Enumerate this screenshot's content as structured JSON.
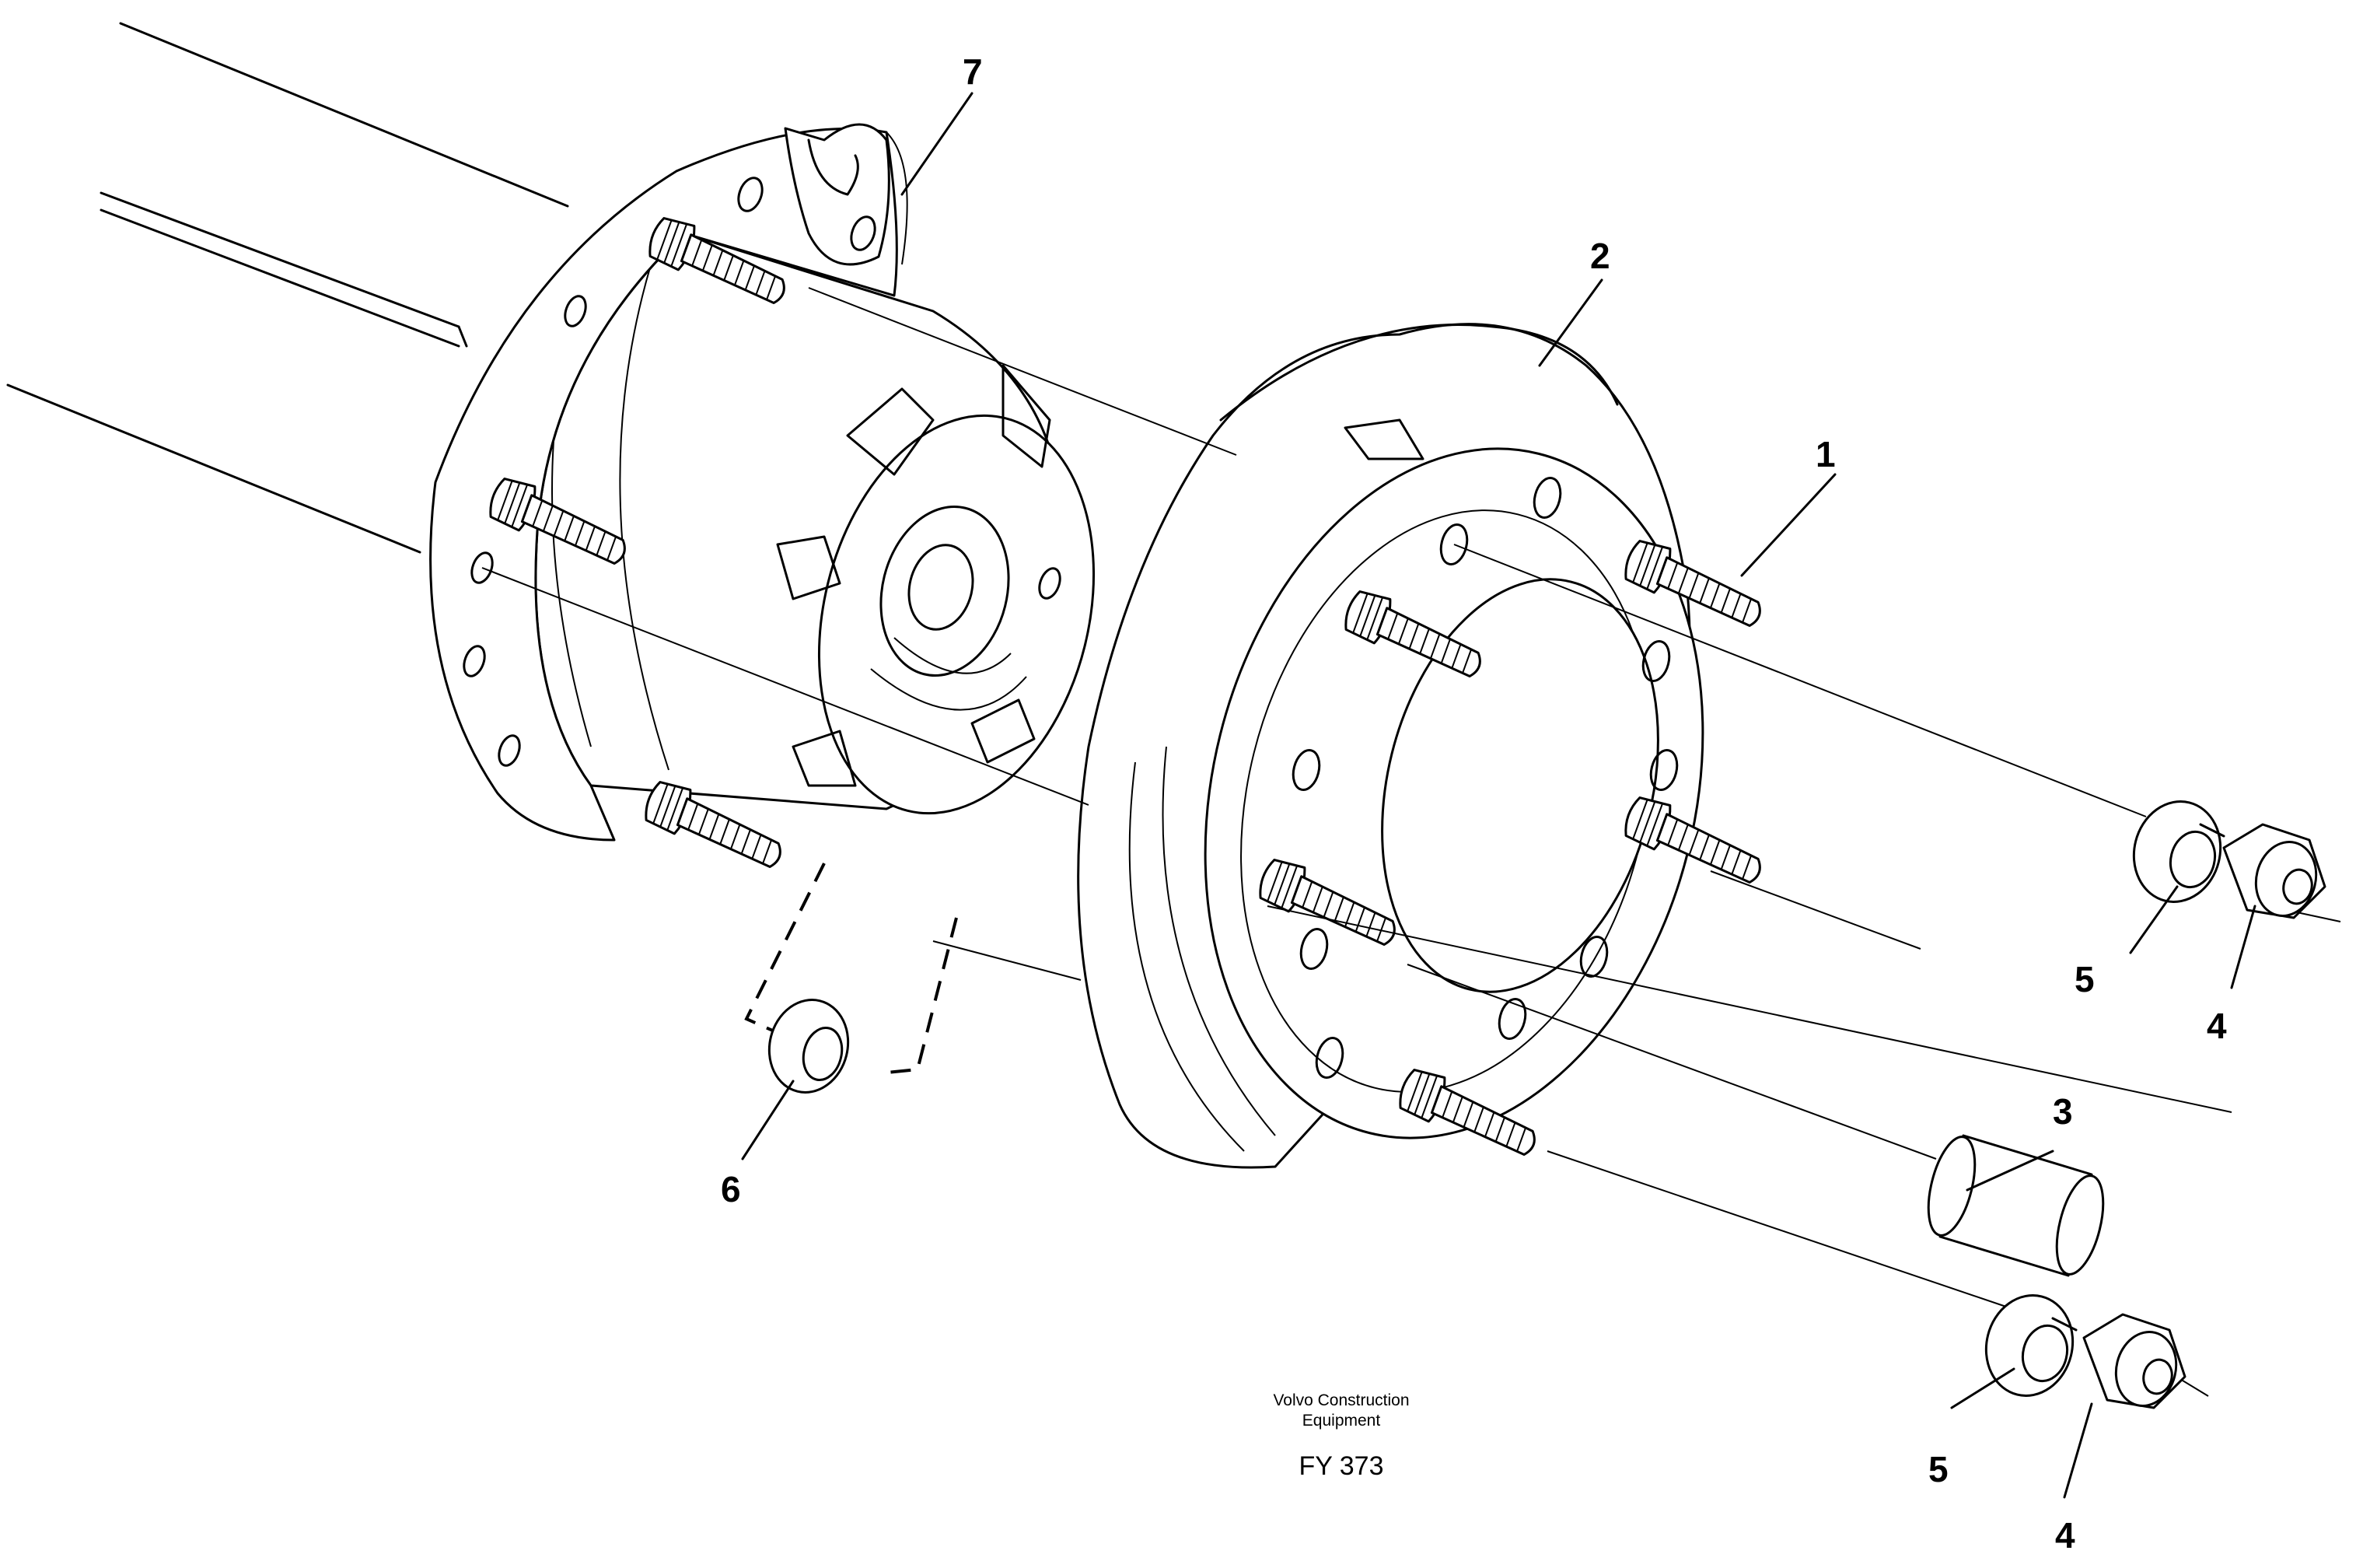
{
  "figure": {
    "company_line1": "Volvo Construction",
    "company_line2": "Equipment",
    "figure_code": "FY 373"
  },
  "callouts": {
    "c1": "1",
    "c2": "2",
    "c3": "3",
    "c4a": "4",
    "c4b": "4",
    "c5a": "5",
    "c5b": "5",
    "c6": "6",
    "c7": "7"
  }
}
